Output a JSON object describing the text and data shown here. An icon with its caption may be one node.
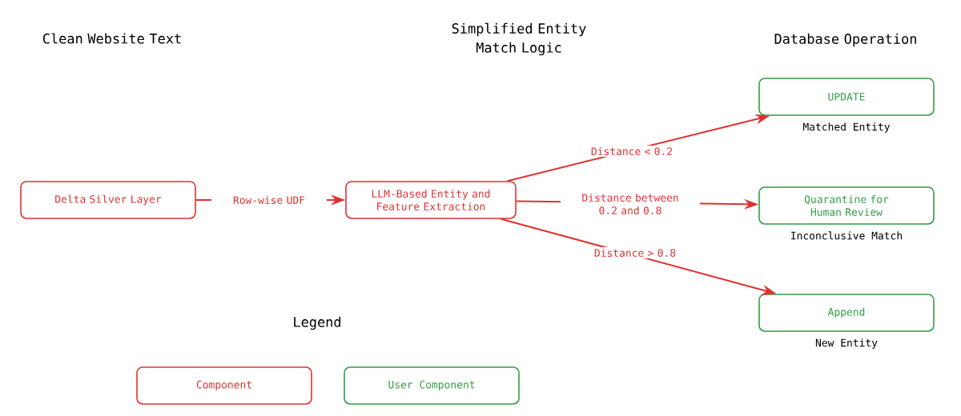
{
  "diagram": {
    "nodes": [
      {
        "text": [
          "Delta Silver Layer"
        ]
      },
      {
        "text": [
          "LLM-Based Entity and Feature Extraction"
        ]
      },
      {
        "text": [
          "UPDATE"
        ],
        "beside": [
          "Matched Entity"
        ]
      },
      {
        "text": [
          "Quarantine for Human Review"
        ],
        "beside": [
          "Inconclusive Match"
        ]
      },
      {
        "text": [
          "Append"
        ],
        "beside": [
          "New Entity"
        ]
      }
    ],
    "edges": [
      {
        "from": 0,
        "to": 1,
        "arrow": "to",
        "label": "Row-wise UDF"
      },
      {
        "from": 1,
        "to": 2,
        "arrow": "to",
        "label": "Distance < 0.2"
      },
      {
        "from": 1,
        "to": 3,
        "arrow": "to",
        "label": "Distance between 0.2 and 0.8"
      },
      {
        "from": 1,
        "to": 4,
        "arrow": "to",
        "label": "Distance > 0.8"
      }
    ],
    "labels": [
      "Clean Website Text",
      "Simplified Entity Match Logic",
      "Database Operation",
      "Legend"
    ],
    "legend": [
      {
        "text": "Component",
        "color": "#e03131"
      },
      {
        "text": "User Component",
        "color": "#2f9e44"
      }
    ]
  }
}
